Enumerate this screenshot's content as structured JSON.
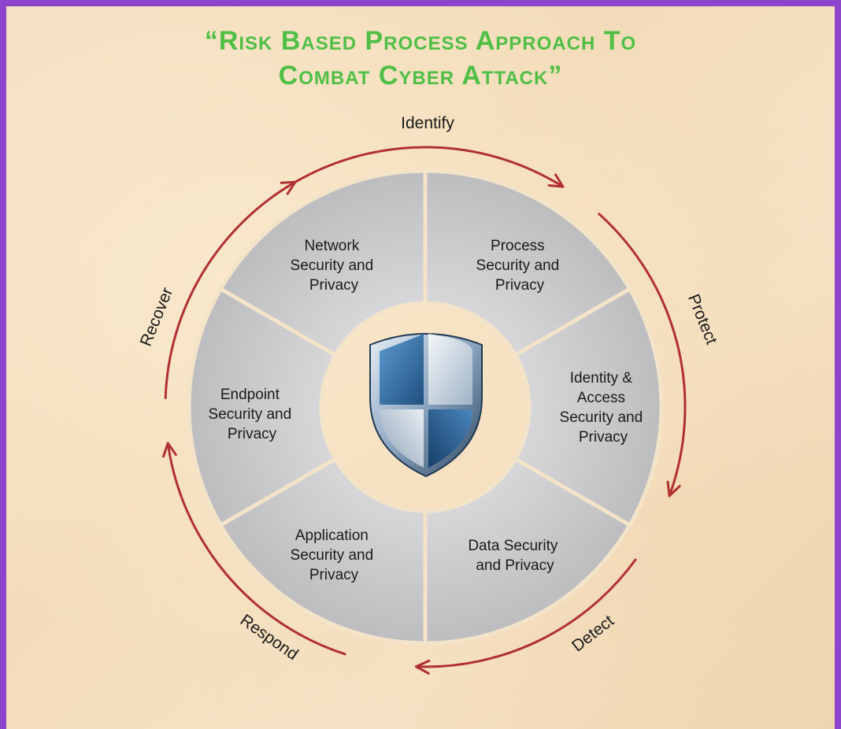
{
  "title": {
    "line1": "“Risk Based Process Approach To",
    "line2": "Combat Cyber Attack”"
  },
  "phases": {
    "identify": "Identify",
    "protect": "Protect",
    "detect": "Detect",
    "respond": "Respond",
    "recover": "Recover"
  },
  "segments": {
    "network": [
      "Network",
      "Security and",
      "Privacy"
    ],
    "process": [
      "Process",
      "Security and",
      "Privacy"
    ],
    "identity": [
      "Identity &",
      "Access",
      "Security and",
      "Privacy"
    ],
    "data": [
      "Data Security",
      "and Privacy"
    ],
    "application": [
      "Application",
      "Security and",
      "Privacy"
    ],
    "endpoint": [
      "Endpoint",
      "Security and",
      "Privacy"
    ]
  },
  "colors": {
    "title": "#4fbf45",
    "segment_fill": "#c6c6c8",
    "arrow": "#b03030",
    "shield": "#2d6a9f"
  },
  "center_icon": "shield-icon"
}
